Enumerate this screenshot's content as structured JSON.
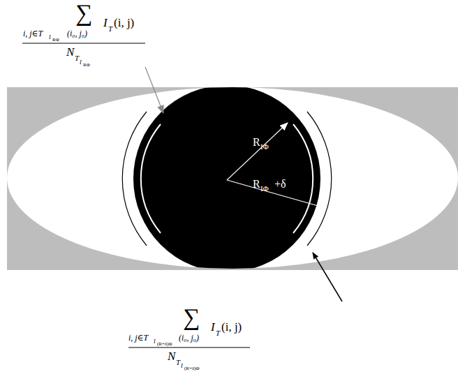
{
  "diagram": {
    "labels": [
      "∑",
      "i, j∈T",
      "I",
      "RΦ",
      "(i₀, j₀)",
      "I",
      "T",
      "(i, j)",
      "N",
      "T",
      "I",
      "RΦ",
      "R",
      "IΦ",
      "R",
      "IΦ",
      "+δ",
      "∑",
      "i, j∈T",
      "I",
      "(R+δ)Φ",
      "(i₀, j₀)",
      "I",
      "T",
      "(i, j)",
      "N",
      "T",
      "I",
      "(R+δ)Φ"
    ]
  }
}
